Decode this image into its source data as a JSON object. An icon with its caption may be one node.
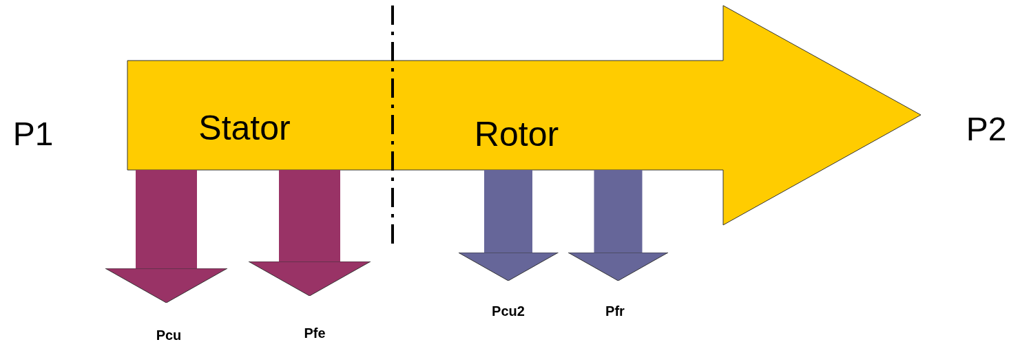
{
  "diagram": {
    "nodes": [
      {
        "text": [
          "Stator",
          "Rotor"
        ]
      },
      {
        "text": [
          "Pcu"
        ]
      },
      {
        "text": [
          "Pfe"
        ]
      },
      {
        "text": [
          "Pcu2"
        ]
      },
      {
        "text": [
          "Pfr"
        ]
      }
    ],
    "edges": [
      {
        "from": 0,
        "to": 1,
        "arrow": "to",
        "color": "#993366"
      },
      {
        "from": 0,
        "to": 2,
        "arrow": "to",
        "color": "#993366"
      },
      {
        "from": 0,
        "to": 3,
        "arrow": "to",
        "color": "#666699"
      },
      {
        "from": 0,
        "to": 4,
        "arrow": "to",
        "color": "#666699"
      }
    ],
    "labels": [
      "P1",
      "P2"
    ]
  }
}
